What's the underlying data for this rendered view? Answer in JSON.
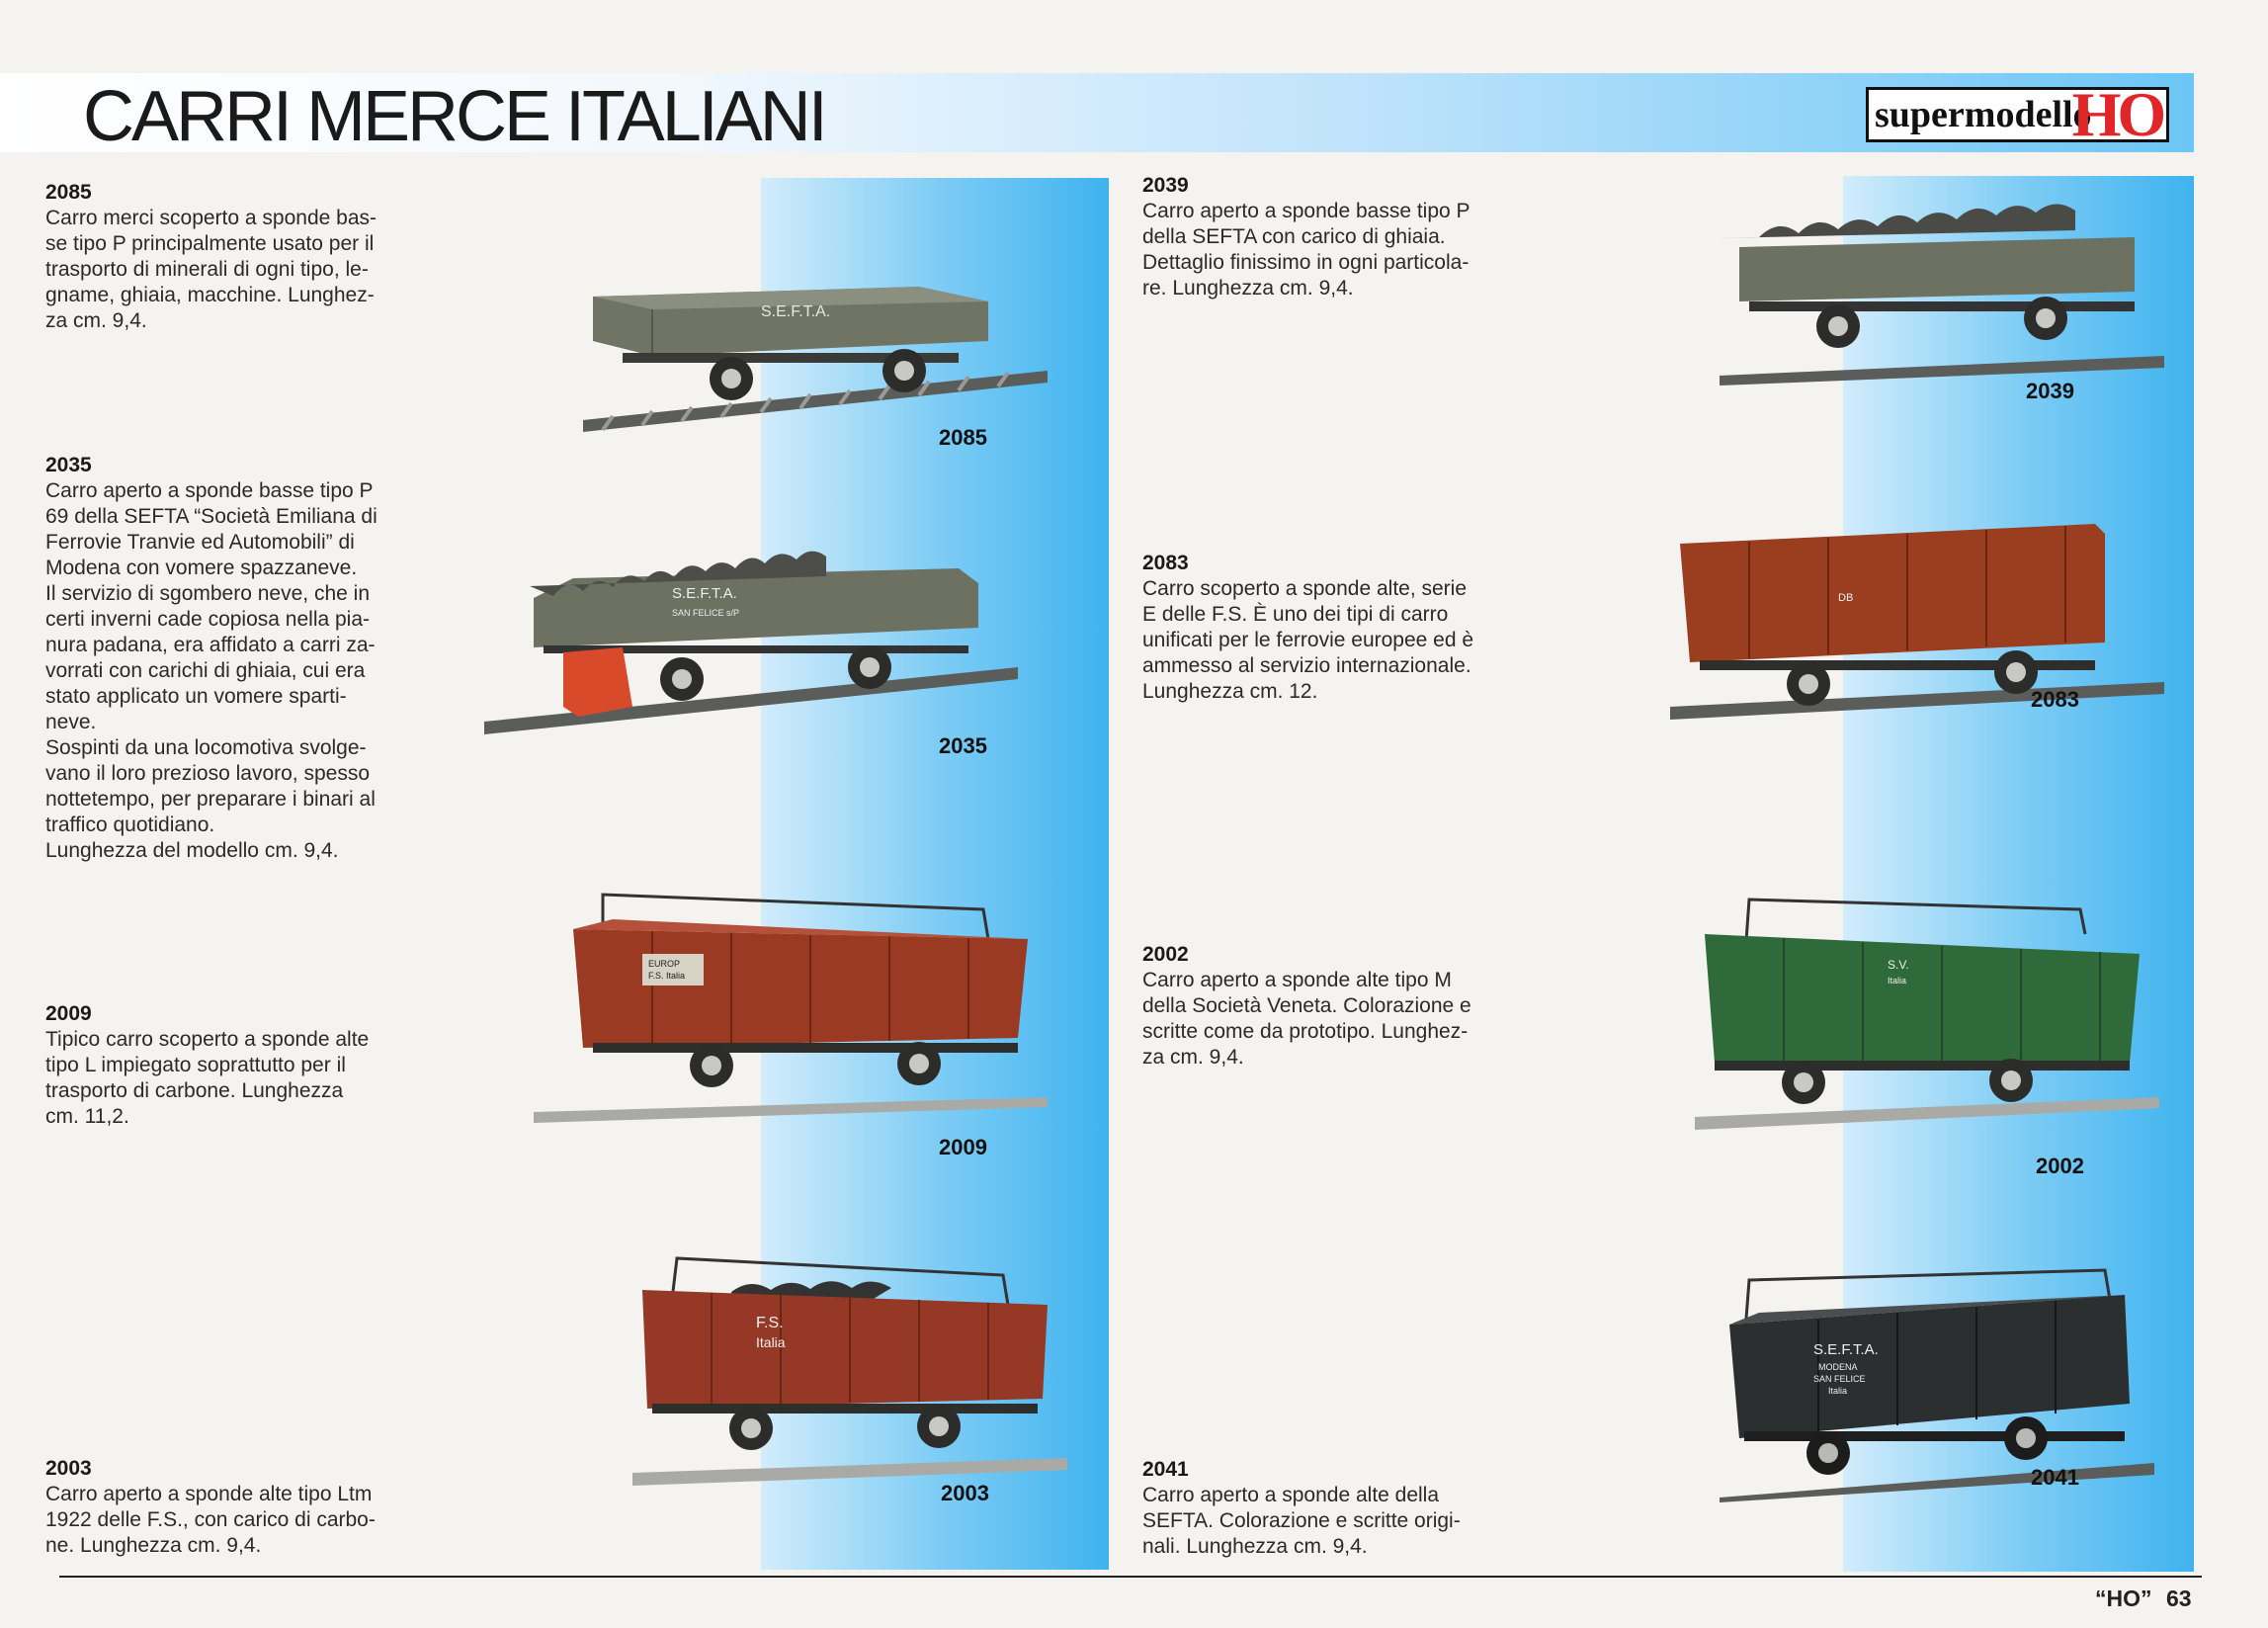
{
  "page": {
    "title": "CARRI MERCE ITALIANI",
    "brand_text": "supermodello",
    "brand_mark": "HO",
    "footer_label": "“HO”",
    "page_number": "63"
  },
  "entries": [
    {
      "code": "2085",
      "lines": [
        "Carro merci scoperto a sponde bas-",
        "se tipo P principalmente usato per il",
        "trasporto di minerali di ogni tipo, le-",
        "gname, ghiaia, macchine. Lunghez-",
        "za cm. 9,4."
      ],
      "caption": "2085"
    },
    {
      "code": "2035",
      "lines": [
        "Carro aperto a sponde basse tipo P",
        "69 della SEFTA “Società Emiliana di",
        "Ferrovie Tranvie ed Automobili” di",
        "Modena con vomere spazzaneve.",
        "Il servizio di sgombero neve, che in",
        "certi inverni cade copiosa nella pia-",
        "nura padana, era affidato a carri za-",
        "vorrati con carichi di ghiaia, cui era",
        "stato applicato un vomere sparti-",
        "neve.",
        "Sospinti da una locomotiva svolge-",
        "vano il loro prezioso lavoro, spesso",
        "nottetempo, per preparare i binari al",
        "traffico quotidiano.",
        "Lunghezza del modello cm. 9,4."
      ],
      "caption": "2035"
    },
    {
      "code": "2009",
      "lines": [
        "Tipico carro scoperto a sponde alte",
        "tipo L impiegato soprattutto per il",
        "trasporto di carbone. Lunghezza",
        "cm. 11,2."
      ],
      "caption": "2009"
    },
    {
      "code": "2003",
      "lines": [
        "Carro aperto a sponde alte tipo Ltm",
        "1922 delle F.S., con carico di carbo-",
        "ne. Lunghezza cm. 9,4."
      ],
      "caption": "2003"
    },
    {
      "code": "2039",
      "lines": [
        "Carro aperto a sponde basse tipo P",
        "della SEFTA con carico di ghiaia.",
        "Dettaglio finissimo in ogni particola-",
        "re. Lunghezza cm. 9,4."
      ],
      "caption": "2039"
    },
    {
      "code": "2083",
      "lines": [
        "Carro scoperto a sponde alte, serie",
        "E delle F.S. È uno dei tipi di carro",
        "unificati per le ferrovie europee ed è",
        "ammesso al servizio internazionale.",
        "Lunghezza cm. 12."
      ],
      "caption": "2083"
    },
    {
      "code": "2002",
      "lines": [
        "Carro aperto a sponde alte tipo M",
        "della Società Veneta. Colorazione e",
        "scritte come da prototipo. Lunghez-",
        "za cm. 9,4."
      ],
      "caption": "2002"
    },
    {
      "code": "2041",
      "lines": [
        "Carro aperto a sponde alte della",
        "SEFTA. Colorazione e scritte origi-",
        "nali. Lunghezza cm. 9,4."
      ],
      "caption": "2041"
    }
  ],
  "wagon_markings": {
    "w2085": "S.E.F.T.A.",
    "w2035": [
      "S.E.F.T.A.",
      "SAN FELICE s/P"
    ],
    "w2009": [
      "EUROP",
      "F.S. Italia"
    ],
    "w2003": [
      "F.S.",
      "Italia"
    ],
    "w2083": "DB",
    "w2002": [
      "S.V.",
      "Italia"
    ],
    "w2041": [
      "S.E.F.T.A.",
      "MODENA",
      "SAN FELICE",
      "Italia"
    ]
  },
  "colors": {
    "grey_wagon": "#6f7462",
    "red_wagon": "#9a3a22",
    "green_wagon": "#2f6a3a",
    "black_wagon": "#2c2f30",
    "plow": "#d84a2a"
  }
}
